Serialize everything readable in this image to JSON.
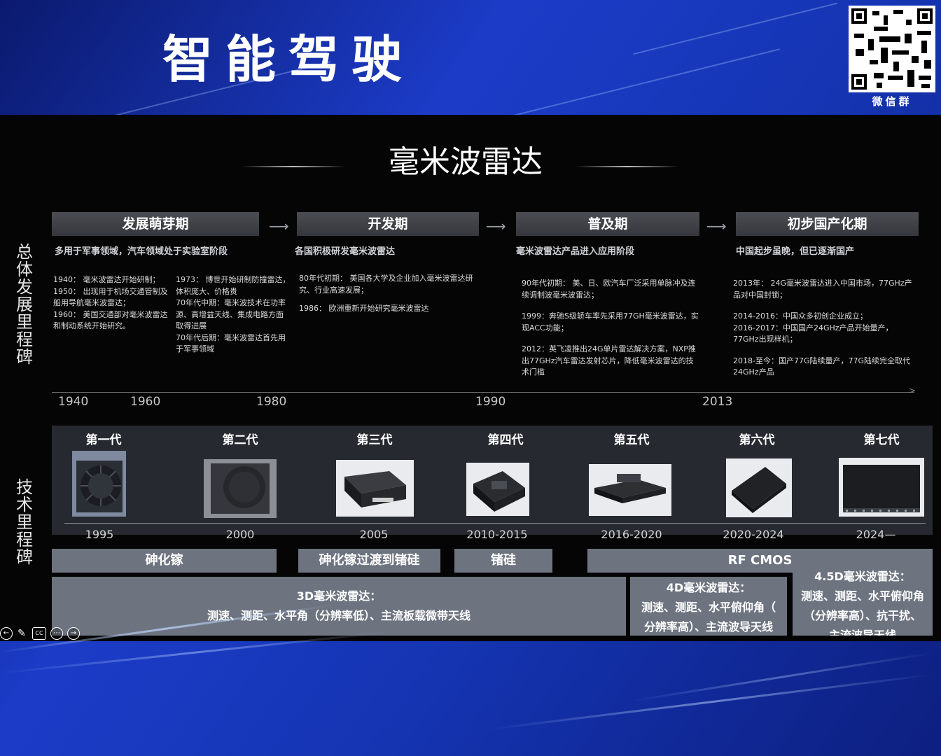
{
  "header": {
    "title": "智能驾驶",
    "qr_caption": "微信群"
  },
  "slide": {
    "title": "毫米波雷达",
    "side_labels": {
      "history": "总体发展里程碑",
      "tech": "技术里程碑"
    },
    "phases": [
      {
        "name": "发展萌芽期",
        "subtitle": "多用于军事领域，汽车领域处于实验室阶段",
        "notes": [
          [
            "1940：  毫米波雷达开始研制；",
            "1950：  出现用于机场交通管制及船用导航毫米波雷达；",
            "1960：  美国交通部对毫米波雷达和制动系统开始研究。"
          ],
          [
            "1973：  博世开始研制防撞雷达，体积庞大、价格贵",
            "70年代中期：毫米波技术在功率源、高增益天线、集成电路方面取得进展",
            "70年代后期：毫米波雷达首先用于军事领域"
          ]
        ]
      },
      {
        "name": "开发期",
        "subtitle": "各国积极研发毫米波雷达",
        "notes": [
          [
            "80年代初期：  美国各大学及企业加入毫米波雷达研究、行业高速发展；",
            "1986：  欧洲重新开始研究毫米波雷达"
          ]
        ]
      },
      {
        "name": "普及期",
        "subtitle": "毫米波雷达产品进入应用阶段",
        "notes": [
          [
            "90年代初期：  美、日、欧汽车厂泛采用单脉冲及连续调制波毫米波雷达；",
            "1999：奔驰S级轿车率先采用77GH毫米波雷达，实现ACC功能；",
            "2012：英飞凌推出24G单片雷达解决方案，NXP推出77GHz汽车雷达发射芯片，降低毫米波雷达的技术门槛"
          ]
        ]
      },
      {
        "name": "初步国产化期",
        "subtitle": "中国起步虽晚，但已逐渐国产",
        "notes": [
          [
            "2013年：  24G毫米波雷达进入中国市场，77GHz产品对中国封锁；",
            "2014-2016：中国众多初创企业成立；\n2016-2017：中国国产24GHz产品开始量产，77GHz出现样机；",
            "2018-至今：国产77G陆续量产，77G陆续完全取代24GHz产品"
          ]
        ]
      }
    ],
    "timeline_years": [
      "1940",
      "1960",
      "1980",
      "1990",
      "2013"
    ],
    "generations": [
      {
        "label": "第一代",
        "year": "1995",
        "image": "radar-fan-module"
      },
      {
        "label": "第二代",
        "year": "2000",
        "image": "radar-round-module"
      },
      {
        "label": "第三代",
        "year": "2005",
        "image": "radar-black-box"
      },
      {
        "label": "第四代",
        "year": "2010-2015",
        "image": "radar-connector-box"
      },
      {
        "label": "第五代",
        "year": "2016-2020",
        "image": "radar-flat-module"
      },
      {
        "label": "第六代",
        "year": "2020-2024",
        "image": "radar-slim-module"
      },
      {
        "label": "第七代",
        "year": "2024—",
        "image": "radar-4d-module"
      }
    ],
    "materials": [
      "砷化镓",
      "砷化镓过渡到锗硅",
      "锗硅",
      "RF CMOS"
    ],
    "radar_types": [
      {
        "title": "3D毫米波雷达：",
        "lines": [
          "测速、测距、水平角（分辨率低）、主流板载微带天线"
        ]
      },
      {
        "title": "4D毫米波雷达：",
        "lines": [
          "测速、测距、水平俯仰角（",
          "分辨率高）、主流波导天线"
        ]
      },
      {
        "title": "4.5D毫米波雷达：",
        "lines": [
          "测速、测距、水平俯仰角",
          "（分辨率高）、抗干扰、",
          "主流波导天线"
        ]
      }
    ]
  },
  "toolbar": {
    "back_icon": "←",
    "pen_icon": "✎",
    "cc_label": "CC",
    "more_icon": "⋯",
    "forward_icon": "→"
  },
  "colors": {
    "header_blue": "#1c3cc8",
    "slide_background": "#050505",
    "phase_header": "#404248",
    "material_box": "#6d7480",
    "tech_panel": "#262a30"
  }
}
